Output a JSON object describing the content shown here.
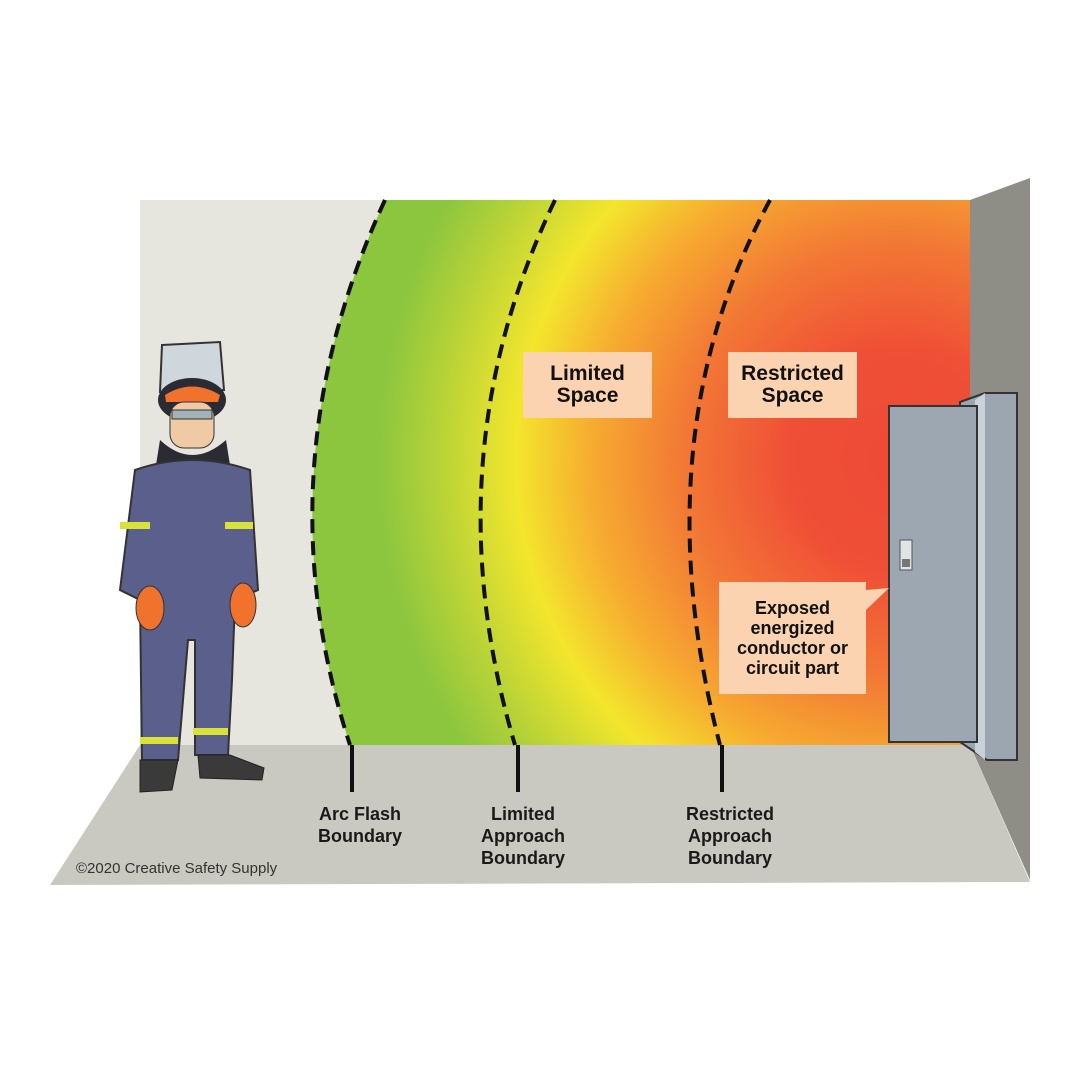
{
  "zones": {
    "limited_space": [
      "Limited",
      "Space"
    ],
    "restricted_space": [
      "Restricted",
      "Space"
    ]
  },
  "callout": [
    "Exposed",
    "energized",
    "conductor or",
    "circuit part"
  ],
  "boundaries": [
    {
      "lines": [
        "Arc Flash",
        "Boundary"
      ]
    },
    {
      "lines": [
        "Limited",
        "Approach",
        "Boundary"
      ]
    },
    {
      "lines": [
        "Restricted",
        "Approach",
        "Boundary"
      ]
    }
  ],
  "copyright": "©2020 Creative Safety Supply",
  "colors": {
    "red": "#ee4a36",
    "orange": "#f39a32",
    "yellow": "#f2e62c",
    "green": "#8cc63f",
    "wall": "#e6e6df",
    "floor": "#c9c9c2"
  }
}
